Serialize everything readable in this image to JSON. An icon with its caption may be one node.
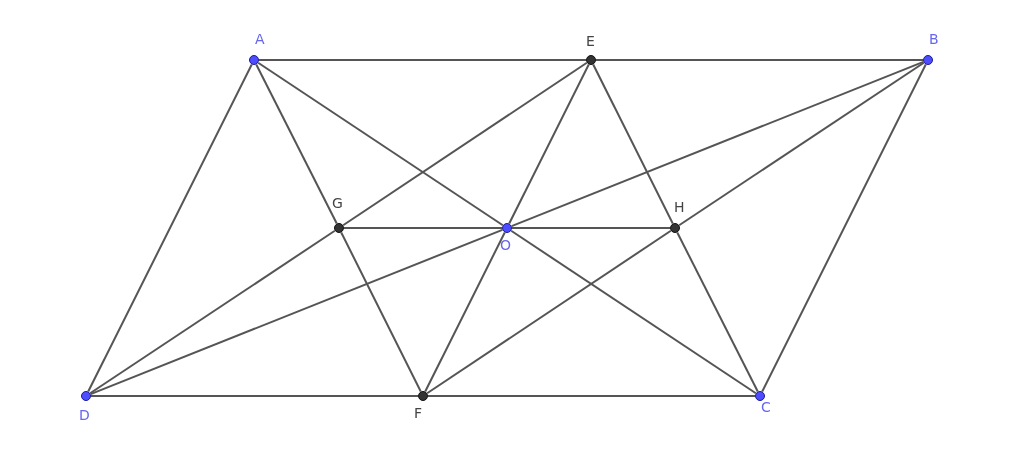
{
  "diagram": {
    "nodes": [
      {
        "text": [
          "A"
        ]
      },
      {
        "text": [
          "E"
        ]
      },
      {
        "text": [
          "B"
        ]
      },
      {
        "text": [
          "G"
        ]
      },
      {
        "text": [
          "O"
        ]
      },
      {
        "text": [
          "H"
        ]
      },
      {
        "text": [
          "D"
        ]
      },
      {
        "text": [
          "F"
        ]
      },
      {
        "text": [
          "C"
        ]
      }
    ],
    "edges": [
      {
        "from": 0,
        "to": 1,
        "arrow": "none"
      },
      {
        "from": 1,
        "to": 2,
        "arrow": "none"
      },
      {
        "from": 6,
        "to": 7,
        "arrow": "none"
      },
      {
        "from": 7,
        "to": 8,
        "arrow": "none"
      },
      {
        "from": 0,
        "to": 6,
        "arrow": "none"
      },
      {
        "from": 2,
        "to": 8,
        "arrow": "none"
      },
      {
        "from": 0,
        "to": 3,
        "arrow": "none"
      },
      {
        "from": 3,
        "to": 7,
        "arrow": "none"
      },
      {
        "from": 1,
        "to": 5,
        "arrow": "none"
      },
      {
        "from": 5,
        "to": 8,
        "arrow": "none"
      },
      {
        "from": 0,
        "to": 4,
        "arrow": "none"
      },
      {
        "from": 4,
        "to": 8,
        "arrow": "none"
      },
      {
        "from": 2,
        "to": 4,
        "arrow": "none"
      },
      {
        "from": 4,
        "to": 6,
        "arrow": "none"
      },
      {
        "from": 1,
        "to": 3,
        "arrow": "none"
      },
      {
        "from": 3,
        "to": 6,
        "arrow": "none"
      },
      {
        "from": 2,
        "to": 5,
        "arrow": "none"
      },
      {
        "from": 5,
        "to": 7,
        "arrow": "none"
      },
      {
        "from": 1,
        "to": 4,
        "arrow": "none"
      },
      {
        "from": 4,
        "to": 7,
        "arrow": "none"
      },
      {
        "from": 3,
        "to": 4,
        "arrow": "none"
      },
      {
        "from": 4,
        "to": 5,
        "arrow": "none"
      }
    ]
  }
}
